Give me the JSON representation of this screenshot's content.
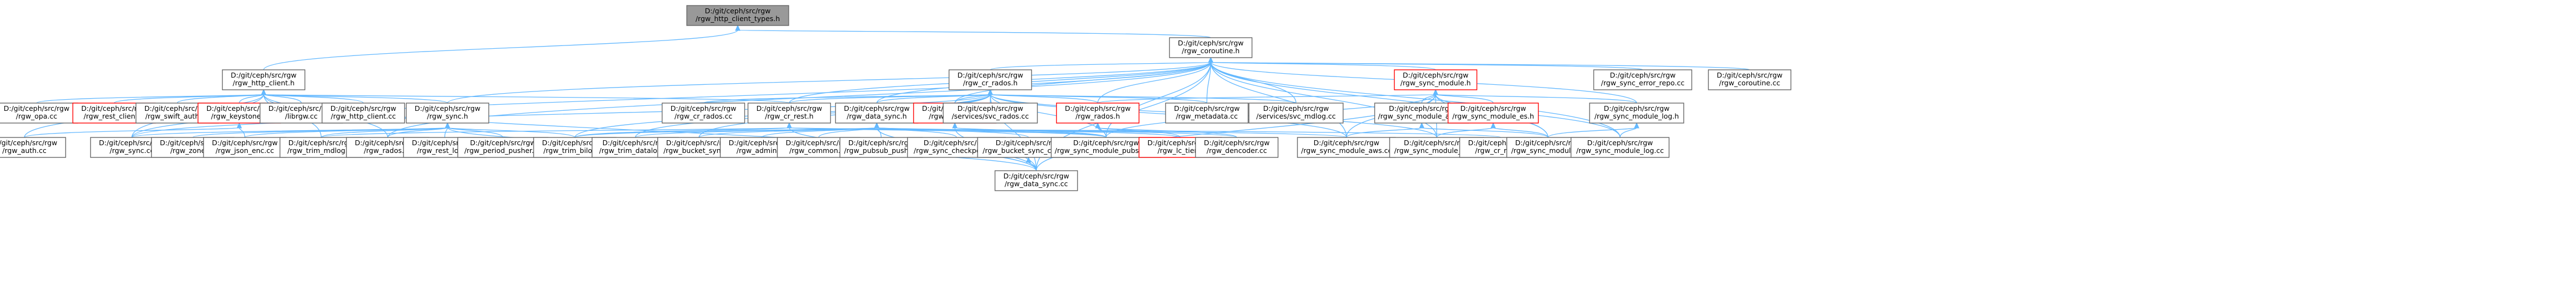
{
  "diagram": {
    "colors": {
      "edge": "#63b8ff",
      "normal_border": "#666666",
      "normal_fill": "#ffffff",
      "highlight_border": "#ff0000",
      "highlight_fill": "#ffffff",
      "root_fill": "#999999",
      "root_border": "#666666"
    },
    "nodes": [
      {
        "id": "n0",
        "lines": [
          "D:/git/ceph/src/rgw",
          "/rgw_http_client_types.h"
        ],
        "style": "root"
      },
      {
        "id": "n1",
        "lines": [
          "D:/git/ceph/src/rgw",
          "/rgw_coroutine.h"
        ],
        "style": "normal"
      },
      {
        "id": "n2",
        "lines": [
          "D:/git/ceph/src/rgw",
          "/rgw_http_client.h"
        ],
        "style": "normal"
      },
      {
        "id": "n3",
        "lines": [
          "D:/git/ceph/src/rgw",
          "/rgw_cr_rados.h"
        ],
        "style": "normal"
      },
      {
        "id": "n4",
        "lines": [
          "D:/git/ceph/src/rgw",
          "/rgw_sync_module.h"
        ],
        "style": "red"
      },
      {
        "id": "n5",
        "lines": [
          "D:/git/ceph/src/rgw",
          "/rgw_sync_error_repo.cc"
        ],
        "style": "normal"
      },
      {
        "id": "n6",
        "lines": [
          "D:/git/ceph/src/rgw",
          "/rgw_coroutine.cc"
        ],
        "style": "normal"
      },
      {
        "id": "n7",
        "lines": [
          "D:/git/ceph/src/rgw",
          "/rgw_opa.cc"
        ],
        "style": "normal"
      },
      {
        "id": "n8",
        "lines": [
          "D:/git/ceph/src/rgw",
          "/rgw_rest_client.h"
        ],
        "style": "red"
      },
      {
        "id": "n9",
        "lines": [
          "D:/git/ceph/src/rgw",
          "/rgw_swift_auth.cc"
        ],
        "style": "normal"
      },
      {
        "id": "n10",
        "lines": [
          "D:/git/ceph/src/rgw",
          "/rgw_keystone.h"
        ],
        "style": "red"
      },
      {
        "id": "n11",
        "lines": [
          "D:/git/ceph/src/rgw",
          "/librgw.cc"
        ],
        "style": "normal"
      },
      {
        "id": "n12",
        "lines": [
          "D:/git/ceph/src/rgw",
          "/rgw_http_client.cc"
        ],
        "style": "normal"
      },
      {
        "id": "n13",
        "lines": [
          "D:/git/ceph/src/rgw",
          "/rgw_sync.h"
        ],
        "style": "normal"
      },
      {
        "id": "n14",
        "lines": [
          "D:/git/ceph/src/rgw",
          "/rgw_cr_rados.cc"
        ],
        "style": "normal"
      },
      {
        "id": "n15",
        "lines": [
          "D:/git/ceph/src/rgw",
          "/rgw_cr_rest.h"
        ],
        "style": "normal"
      },
      {
        "id": "n16",
        "lines": [
          "D:/git/ceph/src/rgw",
          "/rgw_data_sync.h"
        ],
        "style": "normal"
      },
      {
        "id": "n17",
        "lines": [
          "D:/git/ceph/src/rgw",
          "/rgw_cr_tools.h"
        ],
        "style": "red"
      },
      {
        "id": "n18",
        "lines": [
          "D:/git/ceph/src/rgw",
          "/services/svc_rados.cc"
        ],
        "style": "normal"
      },
      {
        "id": "n19",
        "lines": [
          "D:/git/ceph/src/rgw",
          "/rgw_rados.h"
        ],
        "style": "red"
      },
      {
        "id": "n20",
        "lines": [
          "D:/git/ceph/src/rgw",
          "/rgw_metadata.cc"
        ],
        "style": "normal"
      },
      {
        "id": "n21",
        "lines": [
          "D:/git/ceph/src/rgw",
          "/services/svc_mdlog.cc"
        ],
        "style": "normal"
      },
      {
        "id": "n22",
        "lines": [
          "D:/git/ceph/src/rgw",
          "/rgw_sync_module_aws.h"
        ],
        "style": "normal"
      },
      {
        "id": "n23",
        "lines": [
          "D:/git/ceph/src/rgw",
          "/rgw_sync_module_es.h"
        ],
        "style": "red"
      },
      {
        "id": "n24",
        "lines": [
          "D:/git/ceph/src/rgw",
          "/rgw_sync_module_log.h"
        ],
        "style": "normal"
      },
      {
        "id": "n25",
        "lines": [
          "D:/git/ceph/src/rgw",
          "/rgw_auth.cc"
        ],
        "style": "normal"
      },
      {
        "id": "n26",
        "lines": [
          "D:/git/ceph/src/rgw",
          "/rgw_sync.cc"
        ],
        "style": "normal"
      },
      {
        "id": "n27",
        "lines": [
          "D:/git/ceph/src/rgw",
          "/rgw_zone.cc"
        ],
        "style": "normal"
      },
      {
        "id": "n28",
        "lines": [
          "D:/git/ceph/src/rgw",
          "/rgw_json_enc.cc"
        ],
        "style": "normal"
      },
      {
        "id": "n29",
        "lines": [
          "D:/git/ceph/src/rgw",
          "/rgw_trim_mdlog.cc"
        ],
        "style": "normal"
      },
      {
        "id": "n30",
        "lines": [
          "D:/git/ceph/src/rgw",
          "/rgw_rados.cc"
        ],
        "style": "normal"
      },
      {
        "id": "n31",
        "lines": [
          "D:/git/ceph/src/rgw",
          "/rgw_rest_log.cc"
        ],
        "style": "normal"
      },
      {
        "id": "n32",
        "lines": [
          "D:/git/ceph/src/rgw",
          "/rgw_period_pusher.cc"
        ],
        "style": "normal"
      },
      {
        "id": "n33",
        "lines": [
          "D:/git/ceph/src/rgw",
          "/rgw_trim_bilog.cc"
        ],
        "style": "normal"
      },
      {
        "id": "n34",
        "lines": [
          "D:/git/ceph/src/rgw",
          "/rgw_trim_datalog.cc"
        ],
        "style": "normal"
      },
      {
        "id": "n35",
        "lines": [
          "D:/git/ceph/src/rgw",
          "/rgw_bucket_sync.cc"
        ],
        "style": "normal"
      },
      {
        "id": "n36",
        "lines": [
          "D:/git/ceph/src/rgw",
          "/rgw_admin.cc"
        ],
        "style": "normal"
      },
      {
        "id": "n37",
        "lines": [
          "D:/git/ceph/src/rgw",
          "/rgw_common.cc"
        ],
        "style": "normal"
      },
      {
        "id": "n38",
        "lines": [
          "D:/git/ceph/src/rgw",
          "/rgw_pubsub_push.cc"
        ],
        "style": "normal"
      },
      {
        "id": "n39",
        "lines": [
          "D:/git/ceph/src/rgw",
          "/rgw_sync_checkpoint.cc"
        ],
        "style": "normal"
      },
      {
        "id": "n40",
        "lines": [
          "D:/git/ceph/src/rgw",
          "/rgw_bucket_sync_cache.h"
        ],
        "style": "normal"
      },
      {
        "id": "n41",
        "lines": [
          "D:/git/ceph/src/rgw",
          "/rgw_sync_module_pubsub.cc"
        ],
        "style": "normal"
      },
      {
        "id": "n42",
        "lines": [
          "D:/git/ceph/src/rgw",
          "/rgw_lc_tier.h"
        ],
        "style": "red"
      },
      {
        "id": "n43",
        "lines": [
          "D:/git/ceph/src/rgw",
          "/rgw_dencoder.cc"
        ],
        "style": "normal"
      },
      {
        "id": "n44",
        "lines": [
          "D:/git/ceph/src/rgw",
          "/rgw_sync_module_aws.cc"
        ],
        "style": "normal"
      },
      {
        "id": "n45",
        "lines": [
          "D:/git/ceph/src/rgw",
          "/rgw_sync_module_es.cc"
        ],
        "style": "normal"
      },
      {
        "id": "n46",
        "lines": [
          "D:/git/ceph/src/rgw",
          "/rgw_cr_rest.cc"
        ],
        "style": "normal"
      },
      {
        "id": "n47",
        "lines": [
          "D:/git/ceph/src/rgw",
          "/rgw_sync_module.cc"
        ],
        "style": "normal"
      },
      {
        "id": "n48",
        "lines": [
          "D:/git/ceph/src/rgw",
          "/rgw_sync_module_log.cc"
        ],
        "style": "normal"
      },
      {
        "id": "n49",
        "lines": [
          "D:/git/ceph/src/rgw",
          "/rgw_data_sync.cc"
        ],
        "style": "normal"
      }
    ],
    "edges": [
      [
        "n0",
        "n1"
      ],
      [
        "n0",
        "n2"
      ],
      [
        "n1",
        "n3"
      ],
      [
        "n1",
        "n4"
      ],
      [
        "n1",
        "n5"
      ],
      [
        "n1",
        "n6"
      ],
      [
        "n1",
        "n13"
      ],
      [
        "n1",
        "n15"
      ],
      [
        "n1",
        "n16"
      ],
      [
        "n1",
        "n17"
      ],
      [
        "n1",
        "n19"
      ],
      [
        "n1",
        "n20"
      ],
      [
        "n1",
        "n21"
      ],
      [
        "n1",
        "n24"
      ],
      [
        "n1",
        "n26"
      ],
      [
        "n1",
        "n30"
      ],
      [
        "n1",
        "n41"
      ],
      [
        "n1",
        "n44"
      ],
      [
        "n1",
        "n45"
      ],
      [
        "n1",
        "n47"
      ],
      [
        "n1",
        "n48"
      ],
      [
        "n1",
        "n49"
      ],
      [
        "n2",
        "n7"
      ],
      [
        "n2",
        "n8"
      ],
      [
        "n2",
        "n9"
      ],
      [
        "n2",
        "n10"
      ],
      [
        "n2",
        "n11"
      ],
      [
        "n2",
        "n12"
      ],
      [
        "n2",
        "n13"
      ],
      [
        "n2",
        "n15"
      ],
      [
        "n2",
        "n25"
      ],
      [
        "n2",
        "n26"
      ],
      [
        "n2",
        "n29"
      ],
      [
        "n2",
        "n30"
      ],
      [
        "n2",
        "n49"
      ],
      [
        "n3",
        "n14"
      ],
      [
        "n3",
        "n15"
      ],
      [
        "n3",
        "n16"
      ],
      [
        "n3",
        "n17"
      ],
      [
        "n3",
        "n18"
      ],
      [
        "n3",
        "n19"
      ],
      [
        "n3",
        "n20"
      ],
      [
        "n3",
        "n21"
      ],
      [
        "n3",
        "n26"
      ],
      [
        "n3",
        "n33"
      ],
      [
        "n3",
        "n34"
      ],
      [
        "n3",
        "n35"
      ],
      [
        "n3",
        "n41"
      ],
      [
        "n3",
        "n44"
      ],
      [
        "n3",
        "n45"
      ],
      [
        "n3",
        "n49"
      ],
      [
        "n4",
        "n19"
      ],
      [
        "n4",
        "n22"
      ],
      [
        "n4",
        "n23"
      ],
      [
        "n4",
        "n24"
      ],
      [
        "n4",
        "n41"
      ],
      [
        "n4",
        "n44"
      ],
      [
        "n4",
        "n45"
      ],
      [
        "n4",
        "n47"
      ],
      [
        "n4",
        "n48"
      ],
      [
        "n4",
        "n49"
      ],
      [
        "n10",
        "n25"
      ],
      [
        "n10",
        "n28"
      ],
      [
        "n13",
        "n26"
      ],
      [
        "n13",
        "n27"
      ],
      [
        "n13",
        "n28"
      ],
      [
        "n13",
        "n29"
      ],
      [
        "n13",
        "n30"
      ],
      [
        "n13",
        "n31"
      ],
      [
        "n13",
        "n32"
      ],
      [
        "n13",
        "n33"
      ],
      [
        "n13",
        "n49"
      ],
      [
        "n15",
        "n29"
      ],
      [
        "n15",
        "n33"
      ],
      [
        "n15",
        "n41"
      ],
      [
        "n15",
        "n44"
      ],
      [
        "n15",
        "n46"
      ],
      [
        "n15",
        "n49"
      ],
      [
        "n16",
        "n33"
      ],
      [
        "n16",
        "n34"
      ],
      [
        "n16",
        "n35"
      ],
      [
        "n16",
        "n36"
      ],
      [
        "n16",
        "n37"
      ],
      [
        "n16",
        "n38"
      ],
      [
        "n16",
        "n39"
      ],
      [
        "n16",
        "n40"
      ],
      [
        "n16",
        "n41"
      ],
      [
        "n16",
        "n42"
      ],
      [
        "n16",
        "n43"
      ],
      [
        "n16",
        "n49"
      ],
      [
        "n17",
        "n41"
      ],
      [
        "n17",
        "n49"
      ],
      [
        "n19",
        "n42"
      ],
      [
        "n19",
        "n43"
      ],
      [
        "n19",
        "n41"
      ],
      [
        "n22",
        "n44"
      ],
      [
        "n22",
        "n47"
      ],
      [
        "n23",
        "n45"
      ],
      [
        "n23",
        "n47"
      ],
      [
        "n24",
        "n47"
      ],
      [
        "n24",
        "n48"
      ],
      [
        "n40",
        "n49"
      ]
    ]
  }
}
